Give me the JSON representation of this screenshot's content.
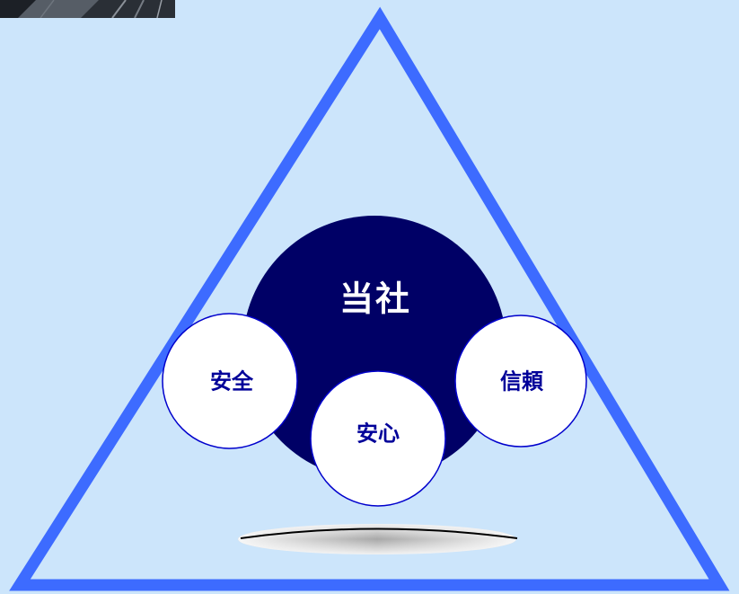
{
  "center": {
    "label": "当社"
  },
  "values": [
    {
      "key": "safety",
      "label": "安全"
    },
    {
      "key": "peace_of_mind",
      "label": "安心"
    },
    {
      "key": "trust",
      "label": "信頼"
    }
  ],
  "colors": {
    "background": "#cce5fb",
    "triangle_stroke": "#3d6bff",
    "center_circle": "#000066",
    "value_circle_fill": "#ffffff",
    "value_circle_stroke": "#0000cc",
    "value_text": "#000099",
    "center_text": "#ffffff"
  }
}
